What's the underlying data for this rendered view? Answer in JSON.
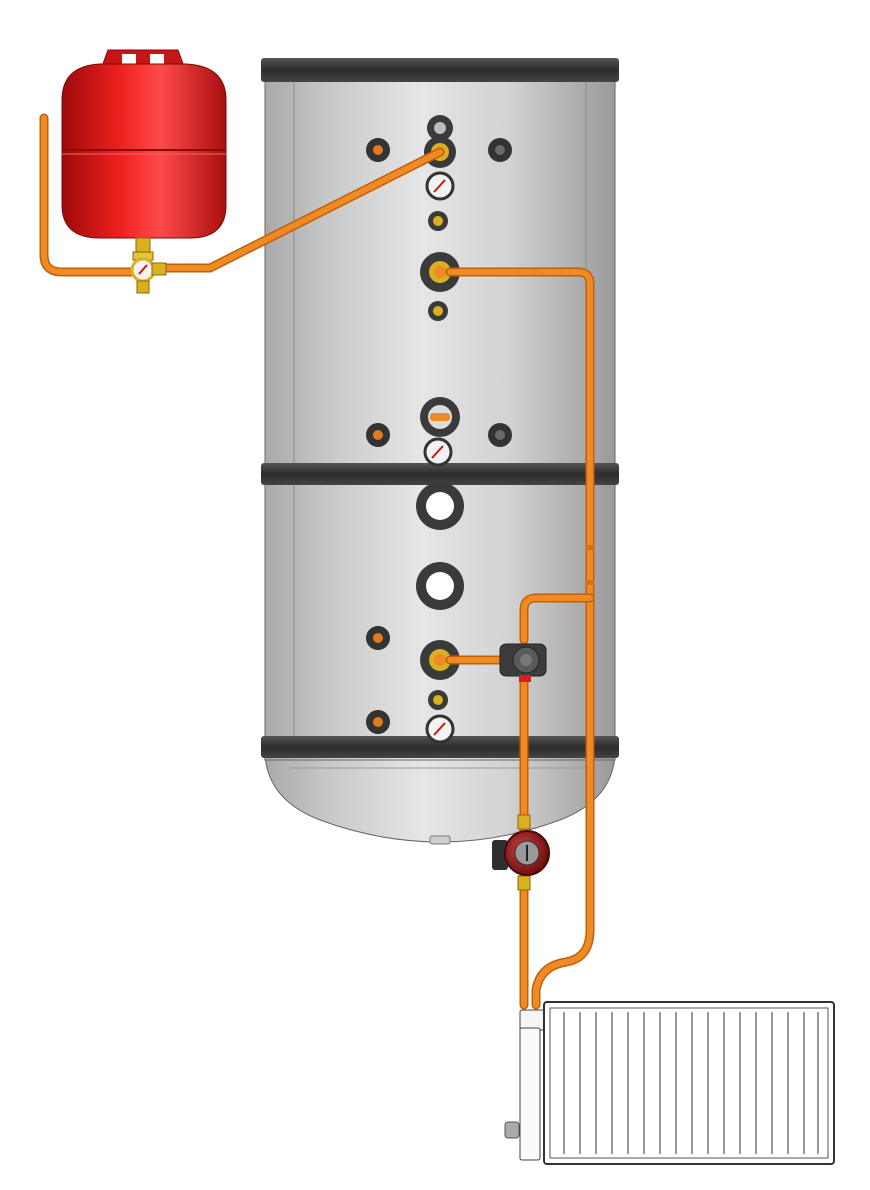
{
  "diagram": {
    "components": [
      {
        "id": "expansion-vessel",
        "color": "#e01a1a"
      },
      {
        "id": "buffer-tank",
        "color": "#c4c4c4"
      },
      {
        "id": "mixing-valve",
        "color": "#444444"
      },
      {
        "id": "circulation-pump",
        "color": "#8e1a1a"
      },
      {
        "id": "panel-radiator",
        "color": "#ffffff"
      }
    ],
    "colors": {
      "pipe": "#f08a24",
      "pipe_dark": "#c2600a",
      "tank_band": "#3a3a3a",
      "fitting_brass": "#d8b020"
    }
  }
}
